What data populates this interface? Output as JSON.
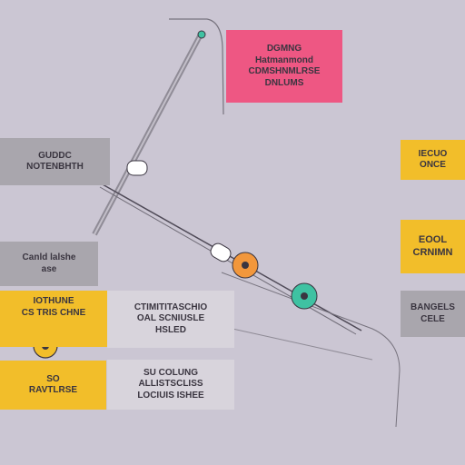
{
  "diagram": {
    "boxes": {
      "top_right_pink": [
        "DGMNG",
        "Hatmanmond",
        "CDMSHNMLRSE",
        "DNLUMS"
      ],
      "left_1": [
        "GUDDC",
        "NOTENBHTH"
      ],
      "left_2": [
        "Canld lalshe",
        "ase"
      ],
      "left_3": [
        "IOTHUNE",
        "CS TRIS CHNE"
      ],
      "left_4": [
        "SO",
        "RAVTLRSE"
      ],
      "center_1": [
        "CTIMITITASCHIO",
        "OAL SCNIUSLE",
        "HSLED"
      ],
      "center_2": [
        "SU COLUNG",
        "ALLISTSCLISS",
        "LOCIUIS ISHEE"
      ],
      "right_1": [
        "IECUO",
        "ONCE"
      ],
      "right_2": [
        "EOOL",
        "CRNIMN"
      ],
      "right_3": [
        "BANGELS",
        "CELE"
      ]
    },
    "colors": {
      "background": "#cbc6d3",
      "pink": "#ee5783",
      "yellow": "#f2be2a",
      "gray": "#a9a6ad",
      "orange_node": "#f2973c",
      "teal_node": "#3fc2a2"
    }
  }
}
